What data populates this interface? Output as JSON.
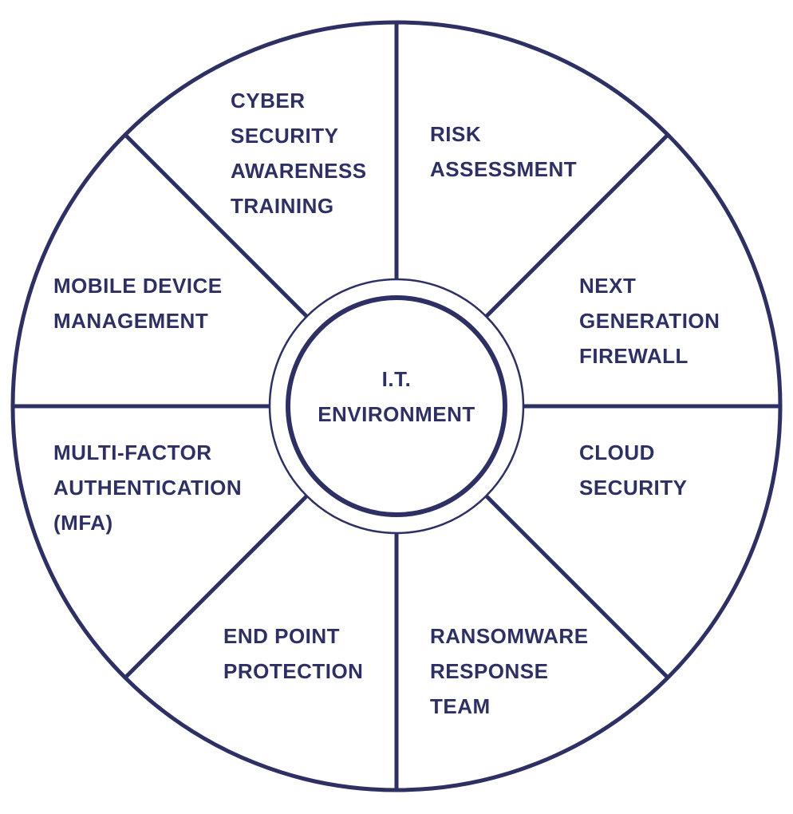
{
  "colors": {
    "stroke": "#2e3064",
    "text": "#2e3064",
    "background": "#ffffff"
  },
  "center": {
    "lines": [
      "I.T.",
      "ENVIRONMENT"
    ]
  },
  "segments": [
    {
      "id": "cyber-security-awareness-training",
      "lines": [
        "CYBER",
        "SECURITY",
        "AWARENESS",
        "TRAINING"
      ]
    },
    {
      "id": "risk-assessment",
      "lines": [
        "RISK",
        "ASSESSMENT"
      ]
    },
    {
      "id": "next-generation-firewall",
      "lines": [
        "NEXT",
        "GENERATION",
        "FIREWALL"
      ]
    },
    {
      "id": "cloud-security",
      "lines": [
        "CLOUD",
        "SECURITY"
      ]
    },
    {
      "id": "ransomware-response-team",
      "lines": [
        "RANSOMWARE",
        "RESPONSE",
        "TEAM"
      ]
    },
    {
      "id": "end-point-protection",
      "lines": [
        "END POINT",
        "PROTECTION"
      ]
    },
    {
      "id": "multi-factor-authentication",
      "lines": [
        "MULTI-FACTOR",
        "AUTHENTICATION",
        "(MFA)"
      ]
    },
    {
      "id": "mobile-device-management",
      "lines": [
        "MOBILE DEVICE",
        "MANAGEMENT"
      ]
    }
  ]
}
